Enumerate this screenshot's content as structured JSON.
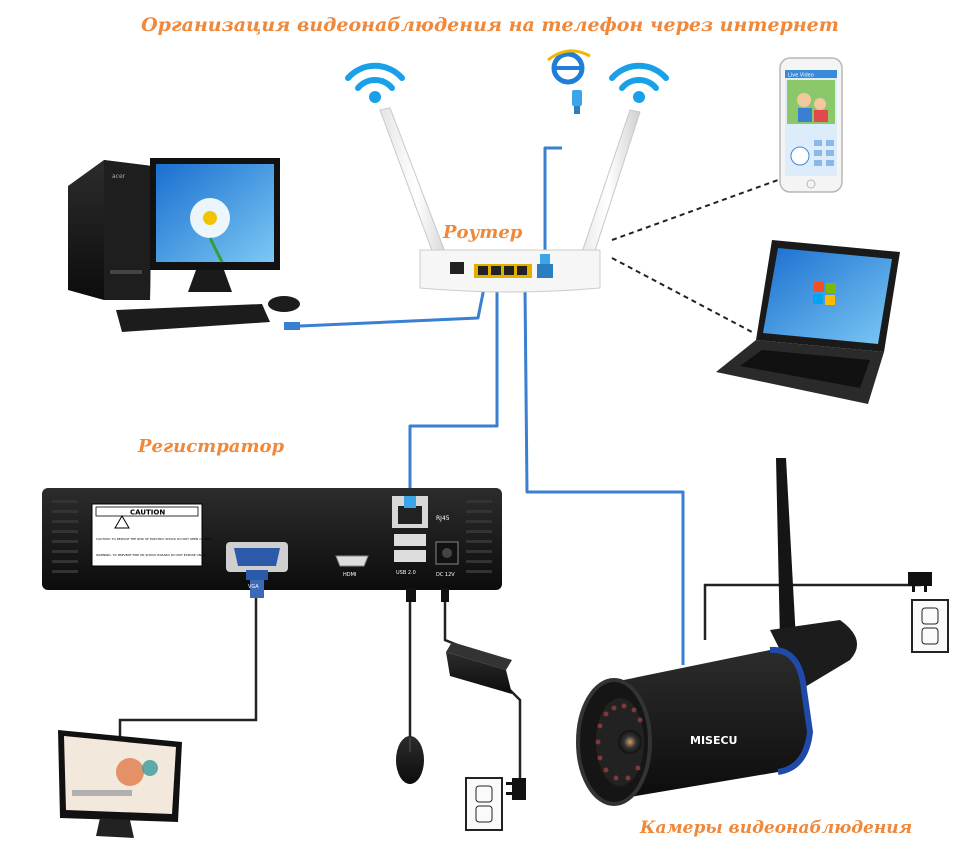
{
  "title": "Организация видеонаблюдения на телефон  через интернет",
  "labels": {
    "router": "Роутер",
    "dvr": "Регистратор",
    "cameras": "Камеры видеонаблюдения"
  },
  "dvr_panel": {
    "caution": "CAUTION",
    "rj45": "RJ45",
    "vga": "VGA",
    "hdmi": "HDMI",
    "usb": "USB 2.0",
    "dc": "DC 12V",
    "warning_1": "CAUTION: TO REDUCE THE RISK OF ELECTRIC SHOCK DO NOT OPEN COVERS",
    "warning_2": "WARNING: TO PREVENT FIRE OR SHOCK HAZARD DO NOT EXPOSE UNITS"
  },
  "camera_brand": "MISECU",
  "monitor_brand": "acer",
  "phone_header": "Live Video",
  "colors": {
    "accent": "#f0883a",
    "cable": "#3a7fd0",
    "wifi": "#1aa0e8"
  },
  "icons": [
    "wifi-icon",
    "ie-icon",
    "ethernet-plug-icon",
    "power-outlet-icon",
    "power-plug-icon",
    "mouse-icon"
  ]
}
